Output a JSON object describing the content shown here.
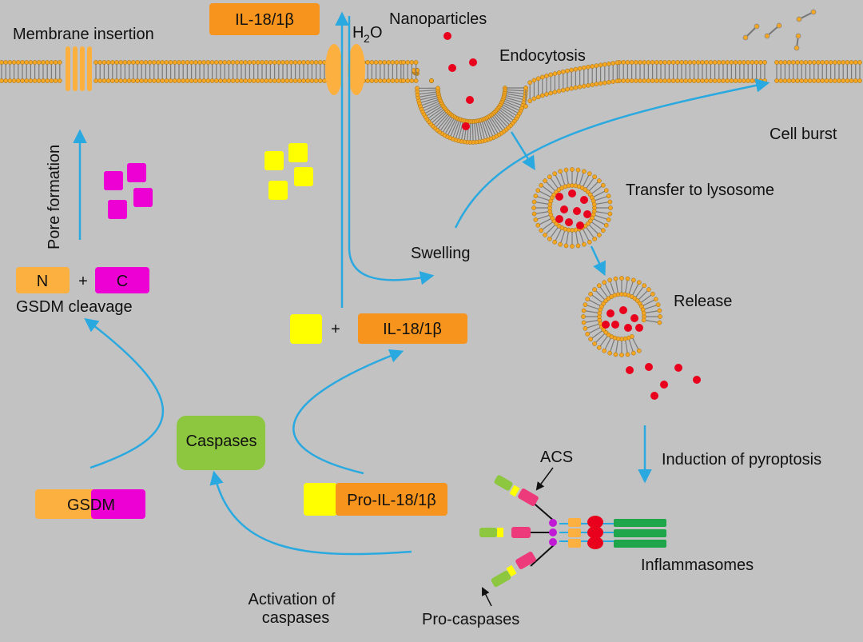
{
  "labels": {
    "membrane_insertion": "Membrane insertion",
    "nanoparticles": "Nanoparticles",
    "endocytosis": "Endocytosis",
    "cell_burst": "Cell burst",
    "transfer_to_lysosome": "Transfer to lysosome",
    "release": "Release",
    "swelling": "Swelling",
    "pore_formation": "Pore formation",
    "gsdm_cleavage": "GSDM cleavage",
    "induction_of_pyroptosis": "Induction of pyroptosis",
    "acs": "ACS",
    "inflammasomes": "Inflammasomes",
    "activation_of_caspases_line1": "Activation of",
    "activation_of_caspases_line2": "caspases",
    "pro_caspases": "Pro-caspases",
    "water_H": "H",
    "water_sub": "2",
    "water_O": "O",
    "plus": "+"
  },
  "boxes": {
    "il18_top": "IL-18/1β",
    "il18_mid": "IL-18/1β",
    "pro_il18": "Pro-IL-18/1β",
    "caspases": "Caspases",
    "gsdm": "GSDM",
    "n_fragment": "N",
    "c_fragment": "C"
  },
  "colors": {
    "background": "#c2c2c2",
    "arrow": "#29a9e0",
    "orange": "#f7941d",
    "orange_light": "#fbb040",
    "magenta": "#ec00d3",
    "yellow": "#ffff00",
    "green": "#8dc63f",
    "red": "#e8001c",
    "lipid_head": "#f5a623",
    "inflammasome_green": "#1fa54a"
  }
}
